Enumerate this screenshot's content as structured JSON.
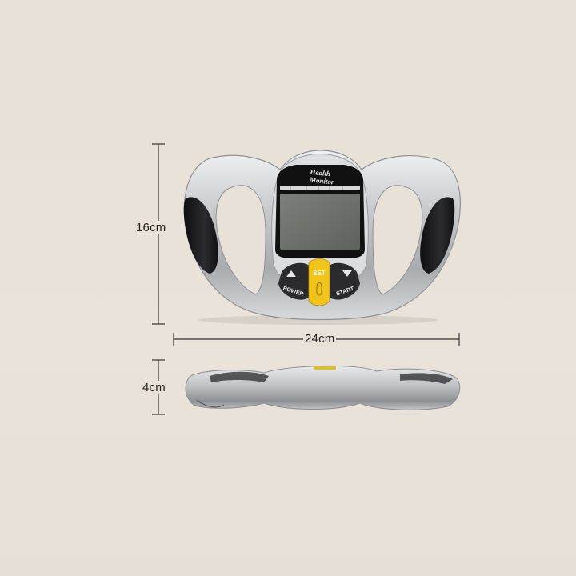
{
  "dimensions": {
    "height_label": "16cm",
    "width_label": "24cm",
    "depth_label": "4cm"
  },
  "device": {
    "brand_line1": "Health",
    "brand_line2": "Monitor",
    "buttons": {
      "set": "SET",
      "power": "POWER",
      "start": "START"
    },
    "colors": {
      "body": "#c9cbcd",
      "grip": "#1c1c1e",
      "lcd": "#6f716c",
      "set_button": "#f0c419",
      "button_dark": "#2b2b2d"
    }
  }
}
